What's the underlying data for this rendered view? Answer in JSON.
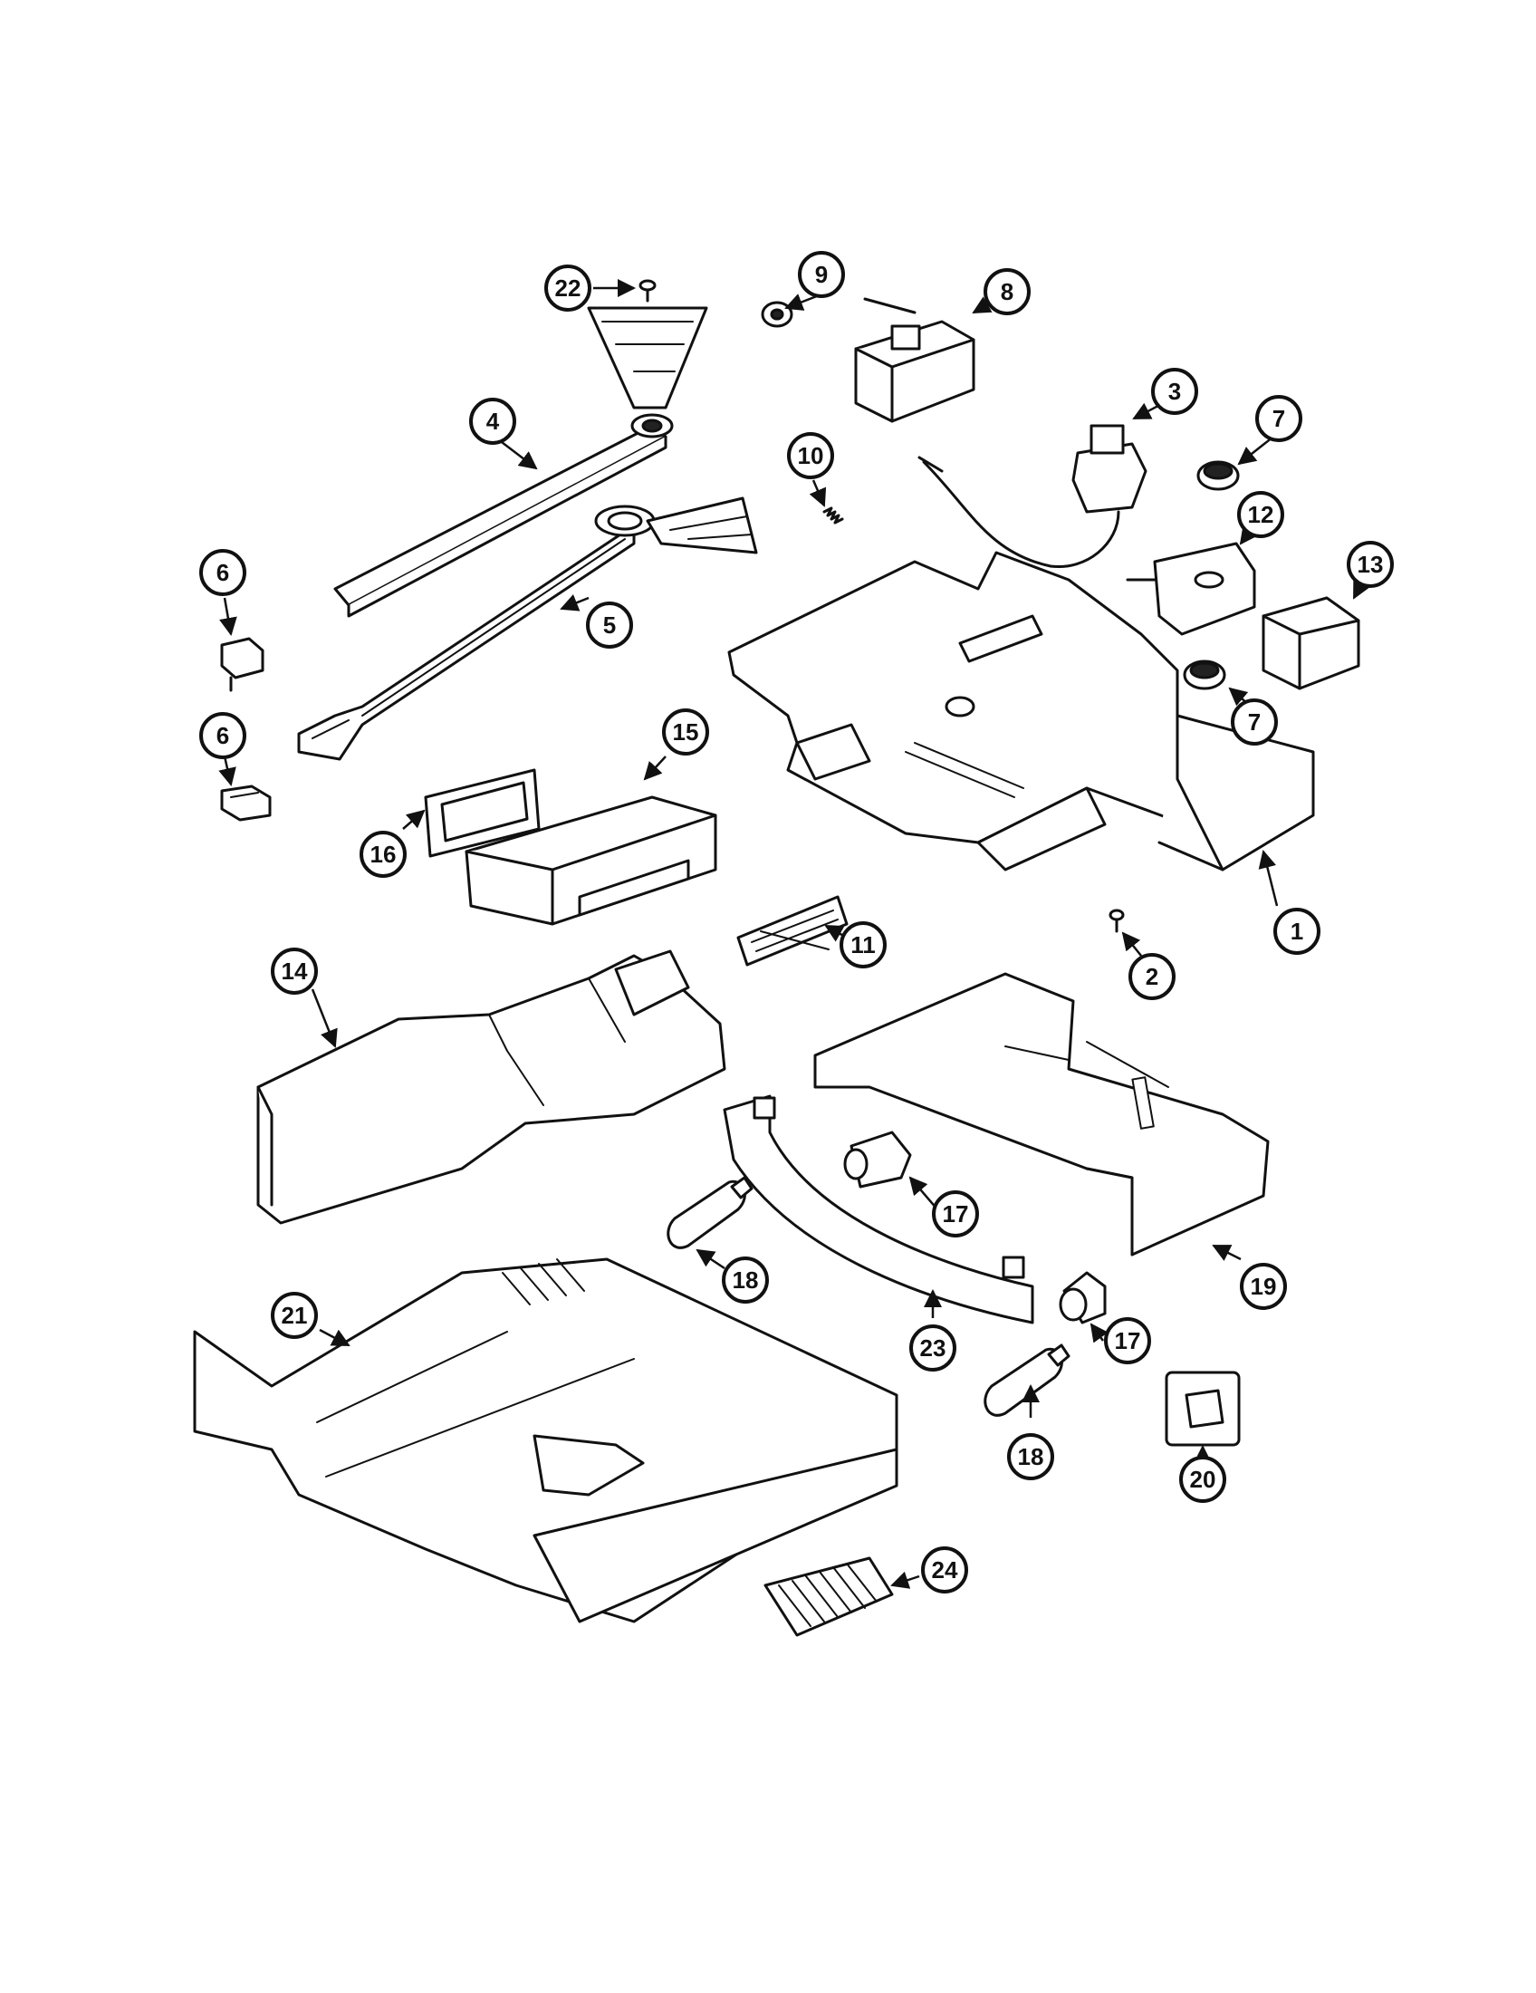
{
  "callouts": {
    "c1": "1",
    "c2": "2",
    "c3": "3",
    "c4": "4",
    "c5": "5",
    "c6a": "6",
    "c6b": "6",
    "c7a": "7",
    "c7b": "7",
    "c8": "8",
    "c9": "9",
    "c10": "10",
    "c11": "11",
    "c12": "12",
    "c13": "13",
    "c14": "14",
    "c15": "15",
    "c16": "16",
    "c17a": "17",
    "c17b": "17",
    "c18a": "18",
    "c18b": "18",
    "c19": "19",
    "c20": "20",
    "c21": "21",
    "c22": "22",
    "c23": "23",
    "c24": "24"
  }
}
